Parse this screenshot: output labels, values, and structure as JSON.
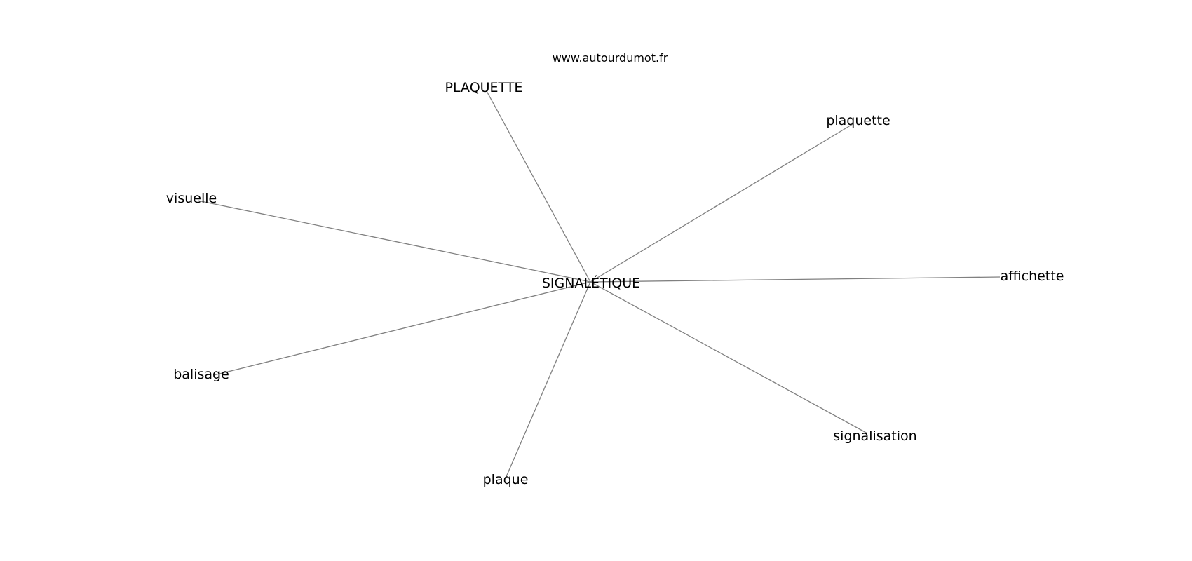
{
  "site_label": "www.autourdumot.fr",
  "center": {
    "label": "SIGNALÉTIQUE"
  },
  "nodes": [
    {
      "id": "PLAQUETTE",
      "label": "PLAQUETTE"
    },
    {
      "id": "plaquette",
      "label": "plaquette"
    },
    {
      "id": "visuelle",
      "label": "visuelle"
    },
    {
      "id": "affichette",
      "label": "affichette"
    },
    {
      "id": "balisage",
      "label": "balisage"
    },
    {
      "id": "signalisation",
      "label": "signalisation"
    },
    {
      "id": "plaque",
      "label": "plaque"
    }
  ],
  "edge_color": "#808080"
}
